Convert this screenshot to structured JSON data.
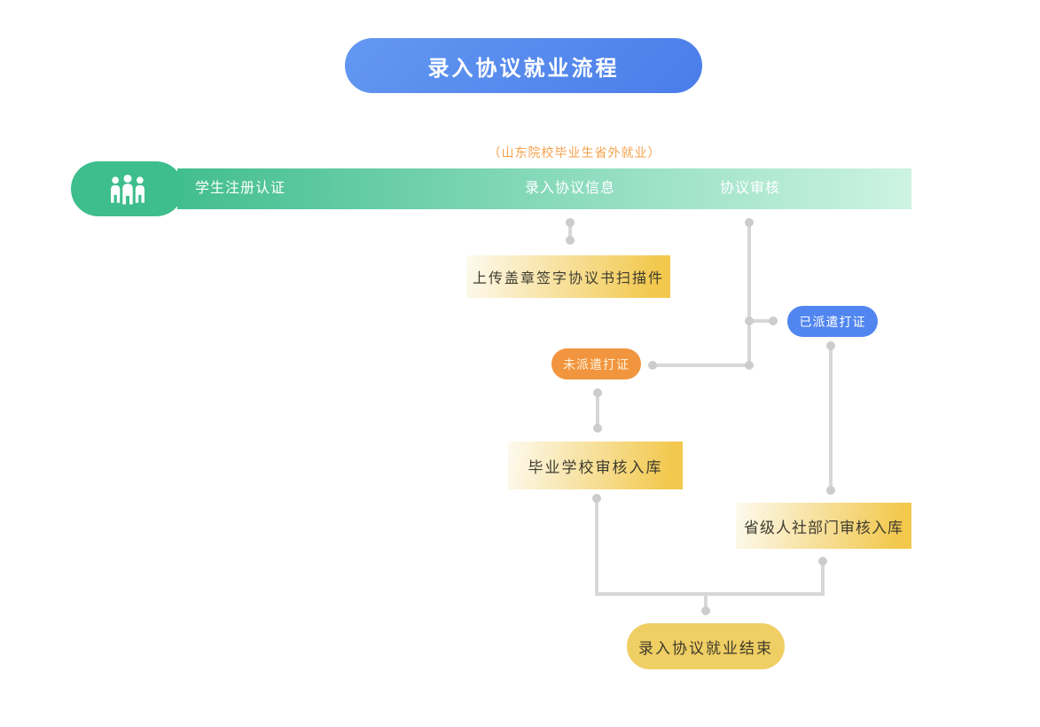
{
  "title": "录入协议就业流程",
  "caption": "（山东院校毕业生省外就业）",
  "stage_bar": {
    "icon": "people-group-icon",
    "stages": [
      {
        "label": "学生注册认证"
      },
      {
        "label": "录入协议信息"
      },
      {
        "label": "协议审核"
      }
    ]
  },
  "nodes": {
    "upload_scan": {
      "label": "上传盖章签字协议书扫描件",
      "type": "step-box"
    },
    "dispatched": {
      "label": "已派遣打证",
      "type": "condition-pill",
      "color": "#5186F0"
    },
    "not_dispatched": {
      "label": "未派遣打证",
      "type": "condition-pill",
      "color": "#F2953F"
    },
    "school_review": {
      "label": "毕业学校审核入库",
      "type": "step-box"
    },
    "provincial_review": {
      "label": "省级人社部门审核入库",
      "type": "step-box"
    },
    "end": {
      "label": "录入协议就业结束",
      "type": "end-pill",
      "color": "#EFCE63"
    }
  },
  "colors": {
    "title_blue_start": "#6398F1",
    "title_blue_end": "#4A7DE9",
    "stage_green": "#3EBD8D",
    "stage_bar_gradient_end": "#CDF3E3",
    "caption_orange": "#F5A14C",
    "step_yellow": "#F2C84D",
    "end_yellow": "#EFCE63",
    "connector_gray": "#D2D2D2"
  }
}
